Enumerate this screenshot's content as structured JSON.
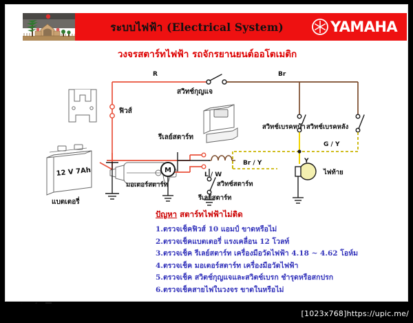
{
  "window": {
    "footer_text": "[1023x768]https://upic.me/"
  },
  "header": {
    "title": "ระบบไฟฟ้า (Electrical System)",
    "brand": "YAMAHA",
    "band_color": "#ee1111"
  },
  "subtitle": "วงจรสตาร์ทไฟฟ้า รถจักรยานยนต์ออโตเมติก",
  "diagram": {
    "labels": {
      "fuse": "ฟิวส์",
      "battery": "แบตเตอรี่",
      "battery_rating": "12 V 7Ah",
      "ignition_switch": "สวิทช์กุญแจ",
      "start_relay": "รีเลย์สตาร์ท",
      "starter_motor": "มอเตอร์สตาร์ท",
      "start_switch": "สวิทช์สตาร์ท",
      "front_brake_switch": "สวิทช์เบรคหน้า",
      "rear_brake_switch": "สวิทช์เบรคหลัง",
      "tail_light": "ไฟท้าย",
      "motor_symbol": "M"
    },
    "wire_codes": {
      "r": "R",
      "br": "Br",
      "gy": "G / Y",
      "y": "Y",
      "bry": "Br / Y",
      "lw": "L / W"
    },
    "wire_colors": {
      "red": "#e8503a",
      "brown": "#7a4a2a",
      "yellow": "#f2d400",
      "green_yellow": "#c9b400",
      "black": "#1a1a1a",
      "outline": "#555555"
    }
  },
  "checklist": {
    "heading_underlined": "ปัญหา",
    "heading_rest": " สตาร์ทไฟฟ้าไม่ติด",
    "items": [
      "1.ตรวจเช็คฟิวส์ 10 แอมป์ ขาดหรือไม่",
      "2.ตรวจเช็คแบตเตอรี่ แรงเคลื่อน 12 โวลท์",
      "3.ตรวจเช็ค รีเลย์สตาร์ท เครื่องมือวัดไฟฟ้า 4.18 ~ 4.62 โอห์ม",
      "4.ตรวจเช็ค มอเตอร์สตาร์ท เครื่องมือวัดไฟฟ้า",
      "5.ตรวจเช็ค สวิตช์กุญแจและสวิตช์เบรก ชำรุดหรือสกปรก",
      "6.ตรวจเช็คสายไฟในวงจร ขาดในหรือไม่"
    ]
  },
  "toolbar": {
    "icons": [
      "arrow-icon",
      "pencil-icon",
      "page-icon"
    ]
  }
}
